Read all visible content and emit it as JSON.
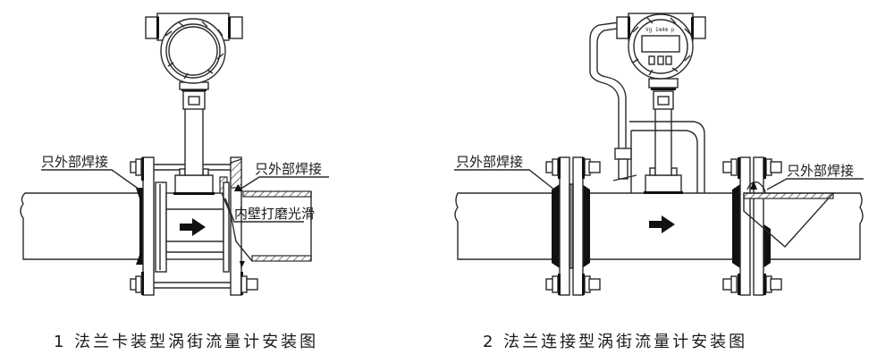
{
  "diagram1": {
    "caption": "1 法兰卡装型涡街流量计安装图",
    "labels": {
      "weld_left": "只外部焊接",
      "weld_right": "只外部焊接",
      "inner_wall": "内壁打磨光滑"
    },
    "flow_arrow": "right-arrow-icon"
  },
  "diagram2": {
    "caption": "2 法兰连接型涡街流量计安装图",
    "labels": {
      "weld_left": "只外部焊接",
      "weld_right": "只外部焊接"
    },
    "display_text": "Vg 1m4m p",
    "flow_arrow": "right-arrow-icon"
  }
}
